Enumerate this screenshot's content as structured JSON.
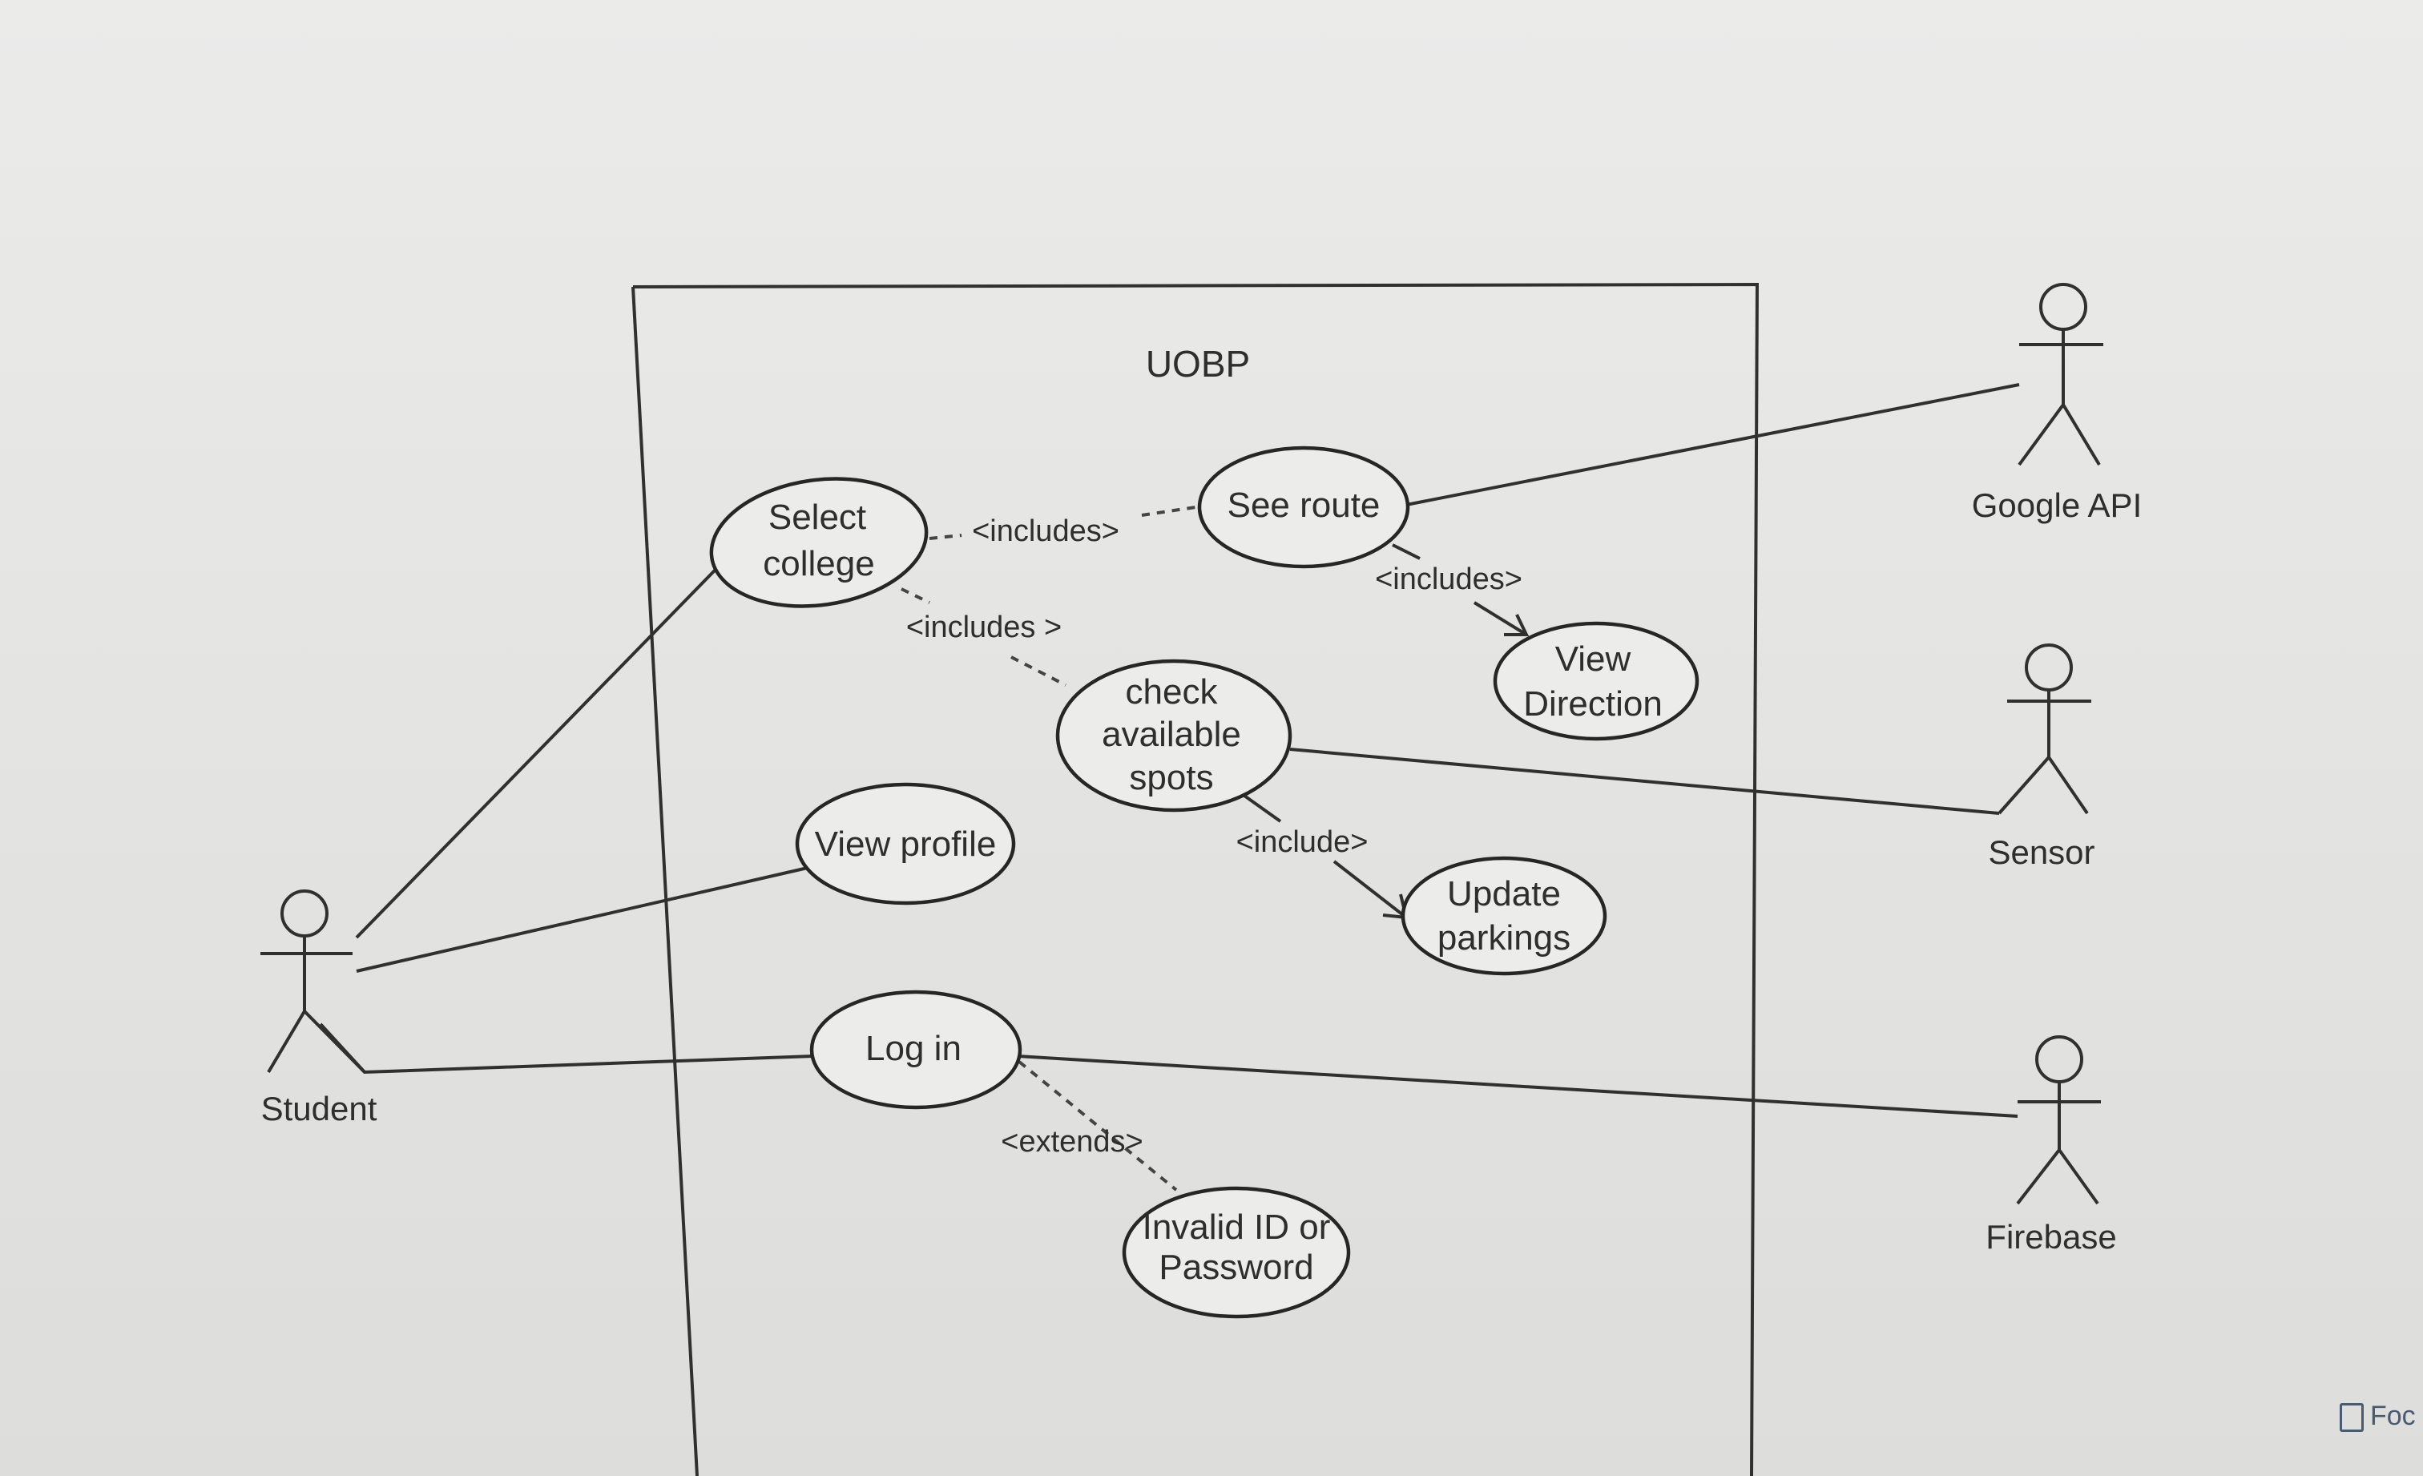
{
  "diagram": {
    "type": "uml-use-case",
    "system_boundary": {
      "label": "UOBP"
    },
    "actors": {
      "student": "Student",
      "google_api": "Google API",
      "sensor": "Sensor",
      "firebase": "Firebase"
    },
    "use_cases": {
      "select_college": [
        "Select",
        "college"
      ],
      "see_route": "See route",
      "view_direction": [
        "View",
        "Direction"
      ],
      "check_spots": [
        "check",
        "available",
        "spots"
      ],
      "view_profile": "View profile",
      "update_parkings": [
        "Update",
        "parkings"
      ],
      "log_in": "Log in",
      "invalid_id": [
        "Invalid ID or",
        "Password"
      ]
    },
    "relationships": {
      "select_to_route": "<includes>",
      "select_to_spots": "<includes >",
      "route_to_direction": "<includes>",
      "spots_to_update": "<include>",
      "login_to_invalid": "<extends>"
    }
  },
  "screen": {
    "focus_label": "Foc"
  }
}
